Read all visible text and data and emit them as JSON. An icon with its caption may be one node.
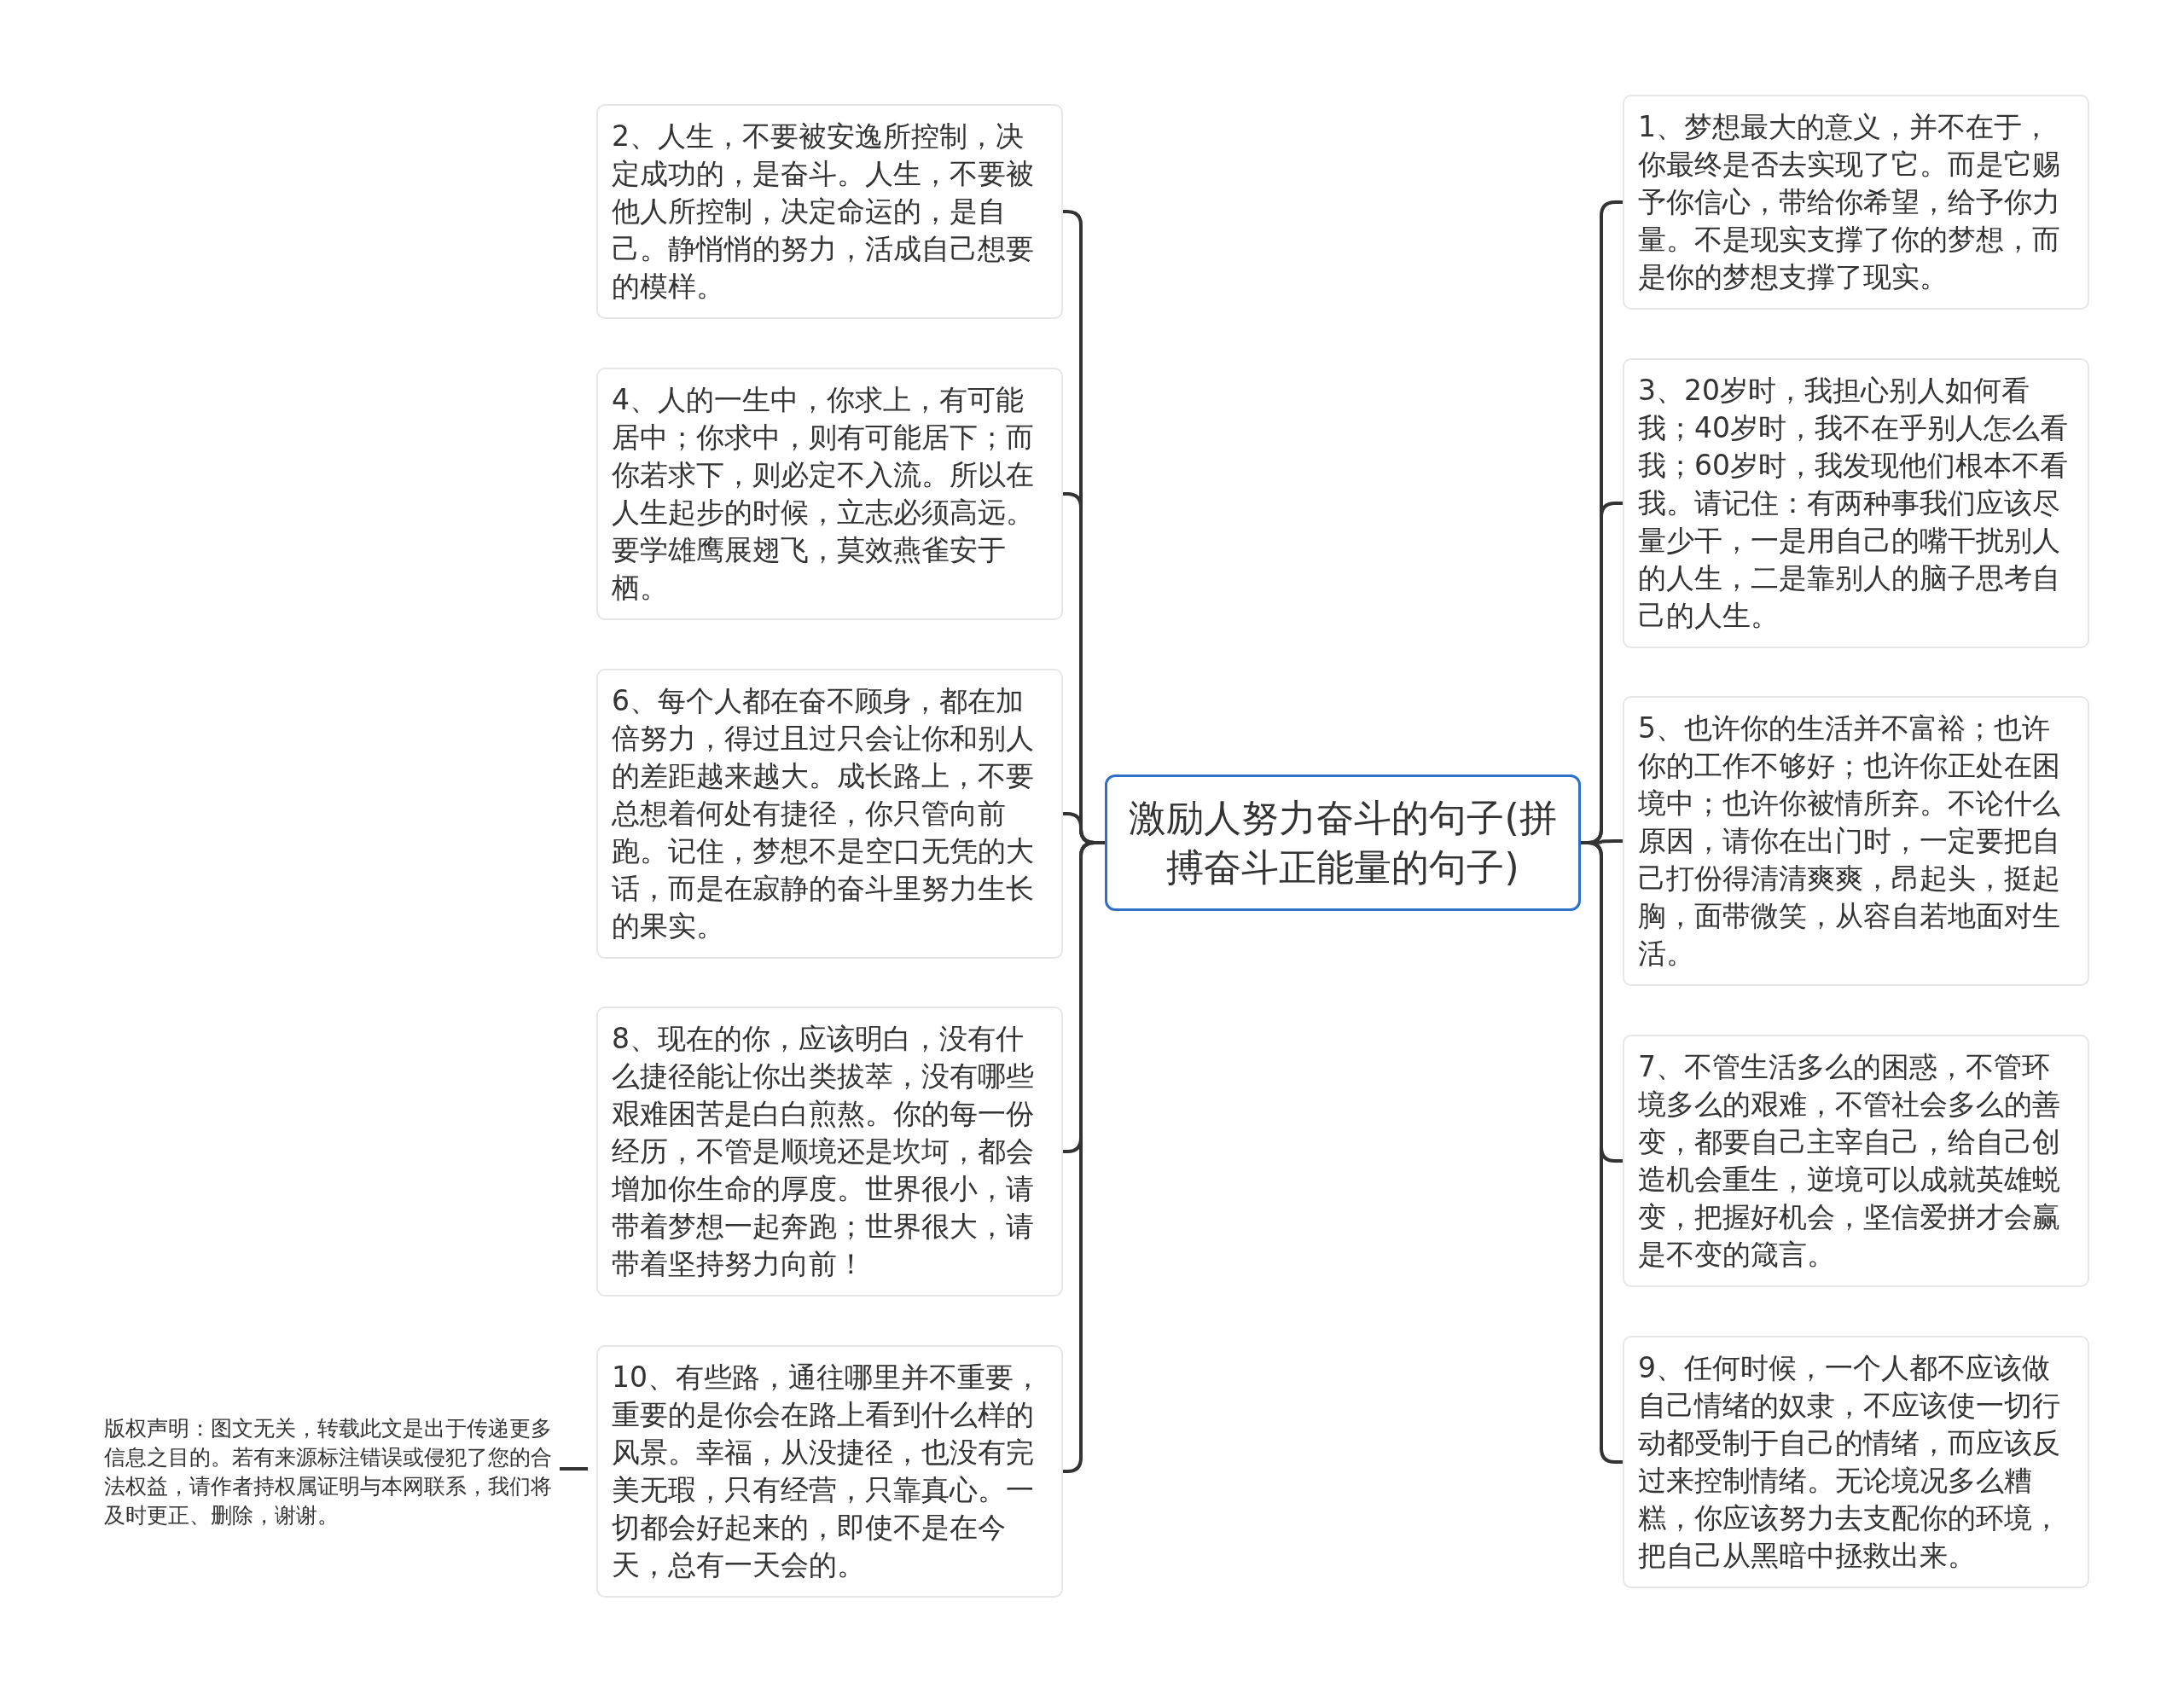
{
  "diagram": {
    "nodes": [
      {
        "text": [
          "激励人努力奋斗的句子(拼搏奋斗正能量的句子)"
        ]
      },
      {
        "text": [
          "1、梦想最大的意义，并不在于，你最终是否去实现了它。而是它赐予你信心，带给你希望，给予你力量。不是现实支撑了你的梦想，而是你的梦想支撑了现实。"
        ]
      },
      {
        "text": [
          "2、人生，不要被安逸所控制，决定成功的，是奋斗。人生，不要被他人所控制，决定命运的，是自己。静悄悄的努力，活成自己想要的模样。"
        ]
      },
      {
        "text": [
          "3、20岁时，我担心别人如何看我；40岁时，我不在乎别人怎么看我；60岁时，我发现他们根本不看我。请记住：有两种事我们应该尽量少干，一是用自己的嘴干扰别人的人生，二是靠别人的脑子思考自己的人生。"
        ]
      },
      {
        "text": [
          "4、人的一生中，你求上，有可能居中；你求中，则有可能居下；而你若求下，则必定不入流。所以在人生起步的时候，立志必须高远。要学雄鹰展翅飞，莫效燕雀安于栖。"
        ]
      },
      {
        "text": [
          "5、也许你的生活并不富裕；也许你的工作不够好；也许你正处在困境中；也许你被情所弃。不论什么原因，请你在出门时，一定要把自己打份得清清爽爽，昂起头，挺起胸，面带微笑，从容自若地面对生活。"
        ]
      },
      {
        "text": [
          "6、每个人都在奋不顾身，都在加倍努力，得过且过只会让你和别人的差距越来越大。成长路上，不要总想着何处有捷径，你只管向前跑。记住，梦想不是空口无凭的大话，而是在寂静的奋斗里努力生长的果实。"
        ]
      },
      {
        "text": [
          "7、不管生活多么的困惑，不管环境多么的艰难，不管社会多么的善变，都要自己主宰自己，给自己创造机会重生，逆境可以成就英雄蜕变，把握好机会，坚信爱拼才会赢是不变的箴言。"
        ]
      },
      {
        "text": [
          "8、现在的你，应该明白，没有什么捷径能让你出类拔萃，没有哪些艰难困苦是白白煎熬。你的每一份经历，不管是顺境还是坎坷，都会增加你生命的厚度。世界很小，请带着梦想一起奔跑；世界很大，请带着坚持努力向前！"
        ]
      },
      {
        "text": [
          "9、任何时候，一个人都不应该做自己情绪的奴隶，不应该使一切行动都受制于自己的情绪，而应该反过来控制情绪。无论境况多么糟糕，你应该努力去支配你的环境，把自己从黑暗中拯救出来。"
        ]
      },
      {
        "text": [
          "10、有些路，通往哪里并不重要，重要的是你会在路上看到什么样的风景。幸福，从没捷径，也没有完美无瑕，只有经营，只靠真心。一切都会好起来的，即使不是在今天，总有一天会的。"
        ]
      }
    ],
    "edges": [
      {
        "from": 0,
        "to": 1,
        "arrow": "none"
      },
      {
        "from": 0,
        "to": 2,
        "arrow": "none"
      },
      {
        "from": 0,
        "to": 3,
        "arrow": "none"
      },
      {
        "from": 0,
        "to": 4,
        "arrow": "none"
      },
      {
        "from": 0,
        "to": 5,
        "arrow": "none"
      },
      {
        "from": 0,
        "to": 6,
        "arrow": "none"
      },
      {
        "from": 0,
        "to": 7,
        "arrow": "none"
      },
      {
        "from": 0,
        "to": 8,
        "arrow": "none"
      },
      {
        "from": 0,
        "to": 9,
        "arrow": "none"
      },
      {
        "from": 0,
        "to": 10,
        "arrow": "none"
      }
    ],
    "labels": [
      "版权声明：图文无关，转载此文是出于传递更多信息之目的。若有来源标注错误或侵犯了您的合法权益，请作者持权属证明与本网联系，我们将及时更正、删除，谢谢。"
    ]
  }
}
